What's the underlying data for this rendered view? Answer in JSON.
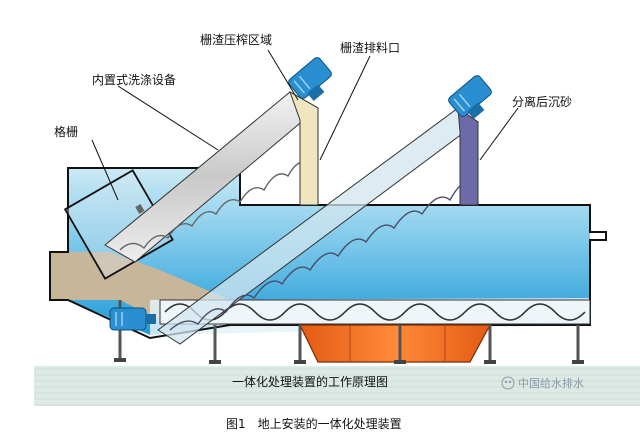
{
  "labels": {
    "screen_compress": "栅渣压榨区域",
    "screen_discharge": "栅渣排料口",
    "washer": "内置式洗涤设备",
    "sand": "分离后沉砂",
    "grid": "格栅"
  },
  "ground_caption": "一体化处理装置的工作原理图",
  "watermark": "中国给水排水",
  "figure_caption": "图1　地上安装的一体化处理装置",
  "colors": {
    "water_top": "#b9e2f3",
    "water_deep": "#2aa6de",
    "sludge": "#c9b69a",
    "hopper": "#f06a1c",
    "chute_grit": "#6d6aa8",
    "chute_screen": "#e8dcae",
    "motor": "#2a8fd1",
    "ground": "#dbe7e2"
  }
}
